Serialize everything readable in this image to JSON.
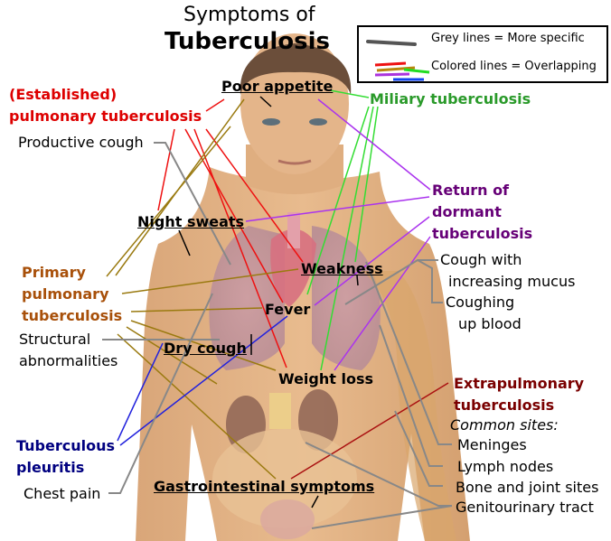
{
  "title": {
    "line1": "Symptoms of",
    "line2": "Tuberculosis"
  },
  "legend": {
    "grey_label": "Grey lines = More specific",
    "colored_label": "Colored lines = Overlapping",
    "grey_color": "#555555",
    "colored_swatches": [
      "#ee1111",
      "#b8860b",
      "#22dd22",
      "#aa33dd",
      "#1144ee",
      "#dd2222"
    ]
  },
  "categories": {
    "established": {
      "line1": "(Established)",
      "line2": "pulmonary tuberculosis",
      "color": "#dd0000"
    },
    "miliary": {
      "label": "Miliary tuberculosis",
      "color": "#2a9a2a"
    },
    "dormant": {
      "line1": "Return of",
      "line2": "dormant",
      "line3": "tuberculosis",
      "color": "#660077"
    },
    "primary": {
      "line1": "Primary",
      "line2": "pulmonary",
      "line3": "tuberculosis",
      "color": "#a8500a"
    },
    "pleuritis": {
      "line1": "Tuberculous",
      "line2": "pleuritis",
      "color": "#000080"
    },
    "extrapulmonary": {
      "line1": "Extrapulmonary",
      "line2": "tuberculosis",
      "sites_header": "Common sites:",
      "color": "#7a0000"
    }
  },
  "symptoms": {
    "poor_appetite": "Poor appetite",
    "night_sweats": "Night sweats",
    "weakness": "Weakness",
    "fever": "Fever",
    "dry_cough": "Dry cough",
    "weight_loss": "Weight loss",
    "gastrointestinal": "Gastrointestinal symptoms"
  },
  "specific": {
    "productive_cough": "Productive cough",
    "structural_1": "Structural",
    "structural_2": "abnormalities",
    "chest_pain": "Chest pain",
    "cough_mucus_1": "Cough with",
    "cough_mucus_2": "increasing mucus",
    "coughing_blood_1": "Coughing",
    "coughing_blood_2": "up blood",
    "sites": [
      "Meninges",
      "Lymph nodes",
      "Bone and joint sites",
      "Genitourinary tract"
    ]
  }
}
